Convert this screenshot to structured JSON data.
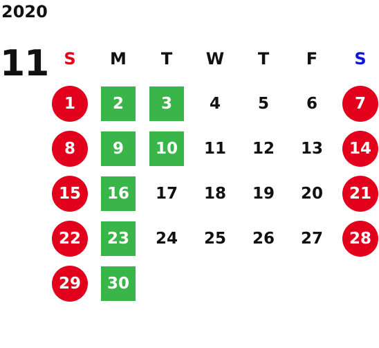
{
  "calendar": {
    "year": "2020",
    "month": "11",
    "weekdays": [
      "S",
      "M",
      "T",
      "W",
      "T",
      "F",
      "S"
    ],
    "colors": {
      "holiday": "#e2001c",
      "highlight": "#3ab54a",
      "sunday_header": "#e0001a",
      "saturday_header": "#0b16d8",
      "text": "#111111"
    },
    "weeks": [
      [
        {
          "day": "1",
          "style": "holiday"
        },
        {
          "day": "2",
          "style": "green"
        },
        {
          "day": "3",
          "style": "green"
        },
        {
          "day": "4",
          "style": "plain"
        },
        {
          "day": "5",
          "style": "plain"
        },
        {
          "day": "6",
          "style": "plain"
        },
        {
          "day": "7",
          "style": "holiday"
        }
      ],
      [
        {
          "day": "8",
          "style": "holiday"
        },
        {
          "day": "9",
          "style": "green"
        },
        {
          "day": "10",
          "style": "green"
        },
        {
          "day": "11",
          "style": "plain"
        },
        {
          "day": "12",
          "style": "plain"
        },
        {
          "day": "13",
          "style": "plain"
        },
        {
          "day": "14",
          "style": "holiday"
        }
      ],
      [
        {
          "day": "15",
          "style": "holiday"
        },
        {
          "day": "16",
          "style": "green"
        },
        {
          "day": "17",
          "style": "plain"
        },
        {
          "day": "18",
          "style": "plain"
        },
        {
          "day": "19",
          "style": "plain"
        },
        {
          "day": "20",
          "style": "plain"
        },
        {
          "day": "21",
          "style": "holiday"
        }
      ],
      [
        {
          "day": "22",
          "style": "holiday"
        },
        {
          "day": "23",
          "style": "green"
        },
        {
          "day": "24",
          "style": "plain"
        },
        {
          "day": "25",
          "style": "plain"
        },
        {
          "day": "26",
          "style": "plain"
        },
        {
          "day": "27",
          "style": "plain"
        },
        {
          "day": "28",
          "style": "holiday"
        }
      ],
      [
        {
          "day": "29",
          "style": "holiday"
        },
        {
          "day": "30",
          "style": "green"
        }
      ]
    ]
  }
}
